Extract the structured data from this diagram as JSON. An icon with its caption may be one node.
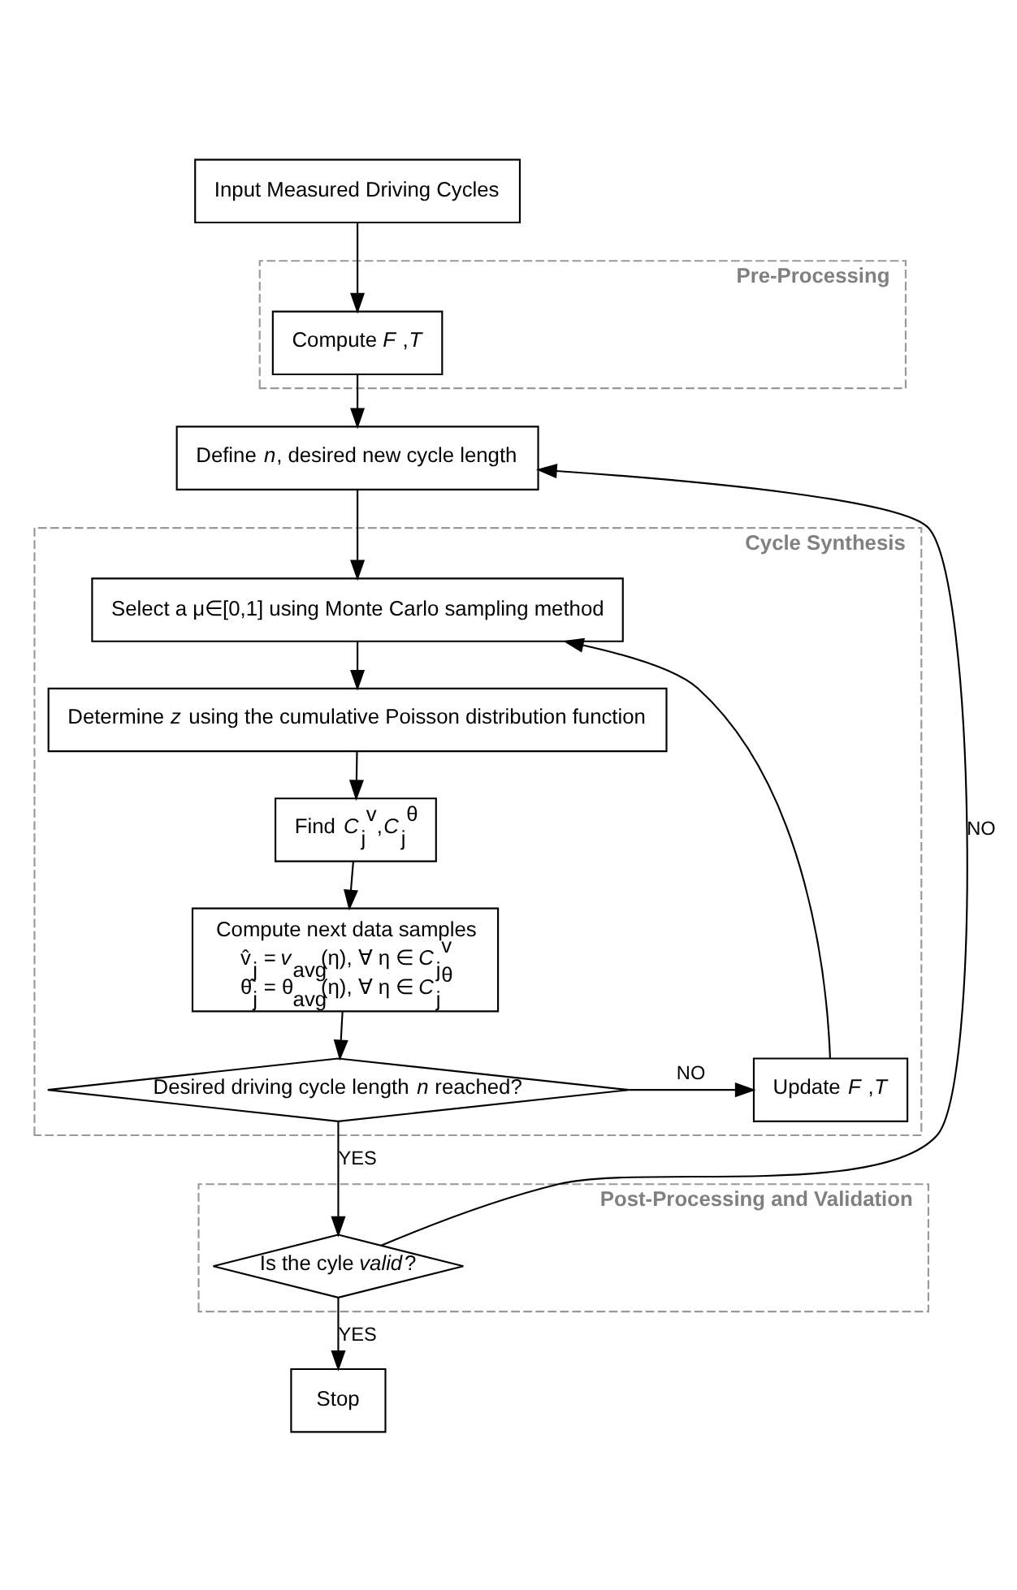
{
  "diagram": {
    "nodes": [
      {
        "text": [
          "Input Measured Driving Cycles"
        ]
      },
      {
        "text": [
          "Pre-Processing"
        ]
      },
      {
        "text": [
          "Compute *F* ,*T*"
        ],
        "in": 1
      },
      {
        "text": [
          "Define *n*, desired new cycle length"
        ]
      },
      {
        "text": [
          "Cycle Synthesis"
        ]
      },
      {
        "text": [
          "Select a μ∈[0,1] using Monte Carlo sampling method"
        ],
        "in": 4
      },
      {
        "text": [
          "Determine *z* using the cumulative Poisson distribution function"
        ],
        "in": 4
      },
      {
        "text": [
          "Find *C*$_{j}$$^{v}$,*C*$_{j}$$^{θ}$"
        ],
        "in": 4
      },
      {
        "text": [
          "Compute next data samples",
          "v̂$_{j}$ = *v*$_{avg}$(η), ∀ η ∈ *C*$_{j}$$^{v}$",
          "θ̂$_{j}$ = θ$_{avg}$(η), ∀ η ∈ *C*$_{j}$$^{θ}$"
        ],
        "in": 4
      },
      {
        "text": [
          "Desired driving cycle length *n* reached?"
        ],
        "in": 4
      },
      {
        "text": [
          "Update *F* ,*T*"
        ],
        "in": 4
      },
      {
        "text": [
          "Post-Processing and Validation"
        ]
      },
      {
        "text": [
          "Is the cyle *valid*?"
        ],
        "in": 11
      },
      {
        "text": [
          "Stop"
        ]
      }
    ],
    "edges": [
      {
        "from": 0,
        "to": 2,
        "arrow": "to"
      },
      {
        "from": 2,
        "to": 3,
        "arrow": "to"
      },
      {
        "from": 3,
        "to": 5,
        "arrow": "to"
      },
      {
        "from": 5,
        "to": 6,
        "arrow": "to"
      },
      {
        "from": 6,
        "to": 7,
        "arrow": "to"
      },
      {
        "from": 7,
        "to": 8,
        "arrow": "to"
      },
      {
        "from": 8,
        "to": 9,
        "arrow": "to"
      },
      {
        "from": 9,
        "to": 10,
        "arrow": "to",
        "label": "NO"
      },
      {
        "from": 10,
        "to": 5,
        "arrow": "to"
      },
      {
        "from": 9,
        "to": 12,
        "arrow": "to",
        "label": "YES"
      },
      {
        "from": 12,
        "to": 13,
        "arrow": "to",
        "label": "YES"
      },
      {
        "from": 12,
        "to": 3,
        "arrow": "to",
        "label": "NO"
      }
    ]
  }
}
